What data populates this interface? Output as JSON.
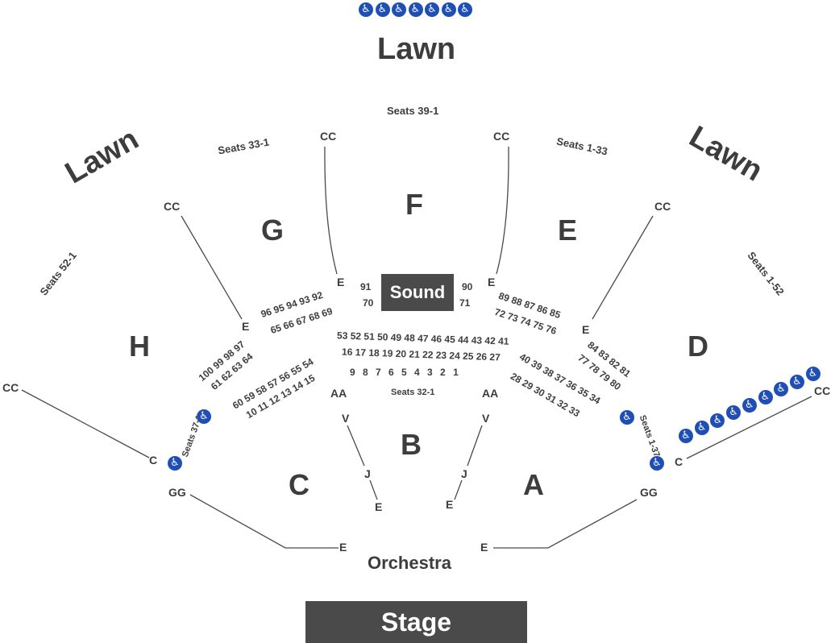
{
  "lawn": {
    "top": "Lawn",
    "left": "Lawn",
    "right": "Lawn"
  },
  "sections": {
    "A": "A",
    "B": "B",
    "C": "C",
    "D": "D",
    "E": "E",
    "F": "F",
    "G": "G",
    "H": "H"
  },
  "seat_ranges": {
    "top": "Seats 39-1",
    "upper_left": "Seats 33-1",
    "upper_right": "Seats 1-33",
    "left": "Seats 52-1",
    "right": "Seats 1-52",
    "center": "Seats 32-1",
    "wc_left": "Seats 37-1",
    "wc_right": "Seats 1-37"
  },
  "rows": {
    "cc": "CC",
    "e": "E",
    "gg": "GG",
    "c": "C",
    "aa": "AA",
    "v": "V",
    "j": "J"
  },
  "box_numbers": {
    "n91": "91",
    "n70": "70",
    "n90": "90",
    "n71": "71"
  },
  "seat_numbers": {
    "g_row1": "96 95 94 93 92",
    "g_row2": "65 66 67 68 69",
    "h_row1": "100 99 98 97",
    "h_row2": "61 62 63 64",
    "c_row1": "60 59 58 57 56 55 54",
    "c_row2": "10 11 12 13 14 15",
    "b_row1": "53 52 51 50 49 48 47 46 45 44 43 42 41",
    "b_row2": "16 17 18 19 20 21 22 23 24 25 26 27",
    "b_row3": "9 8 7 6 5 4 3 2 1",
    "e_row1": "89 88 87 86 85",
    "e_row2": "72 73 74 75 76",
    "a_row1": "40 39 38 37 36 35 34",
    "a_row2": "28 29 30 31 32 33",
    "d_row1": "84 83 82 81",
    "d_row2": "77 78 79 80"
  },
  "sound": "Sound",
  "orchestra": "Orchestra",
  "stage": "Stage",
  "icons": {
    "wheelchair": "wheelchair-icon",
    "glyph": "♿"
  },
  "colors": {
    "text": "#3d3d3d",
    "block": "#4a4a4a",
    "accessible": "#1f4fb5"
  }
}
